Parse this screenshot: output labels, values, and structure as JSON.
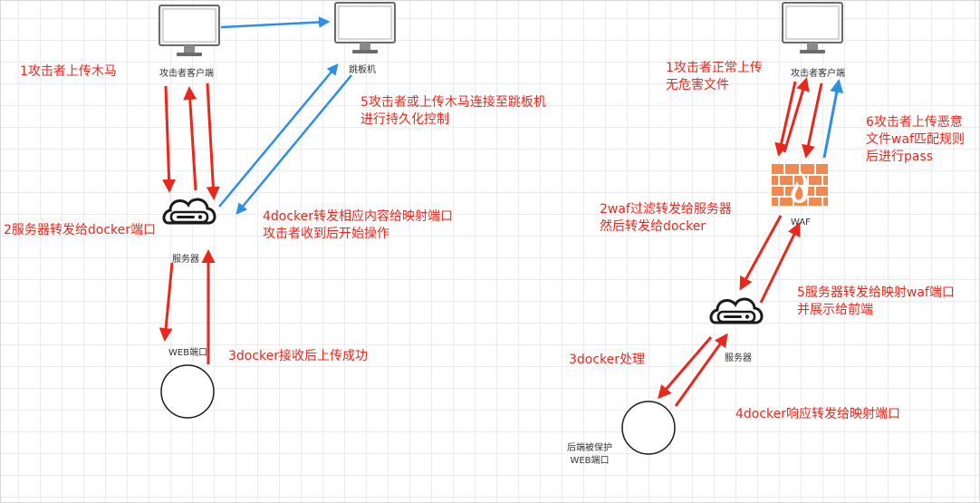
{
  "left": {
    "nodes": {
      "attacker_client": "攻击者客户端",
      "jump_host": "跳板机",
      "server": "服务器",
      "web_port": "WEB端口"
    },
    "steps": {
      "step1": "1攻击者上传木马",
      "step2": "2服务器转发给docker端口",
      "step3": "3docker接收后上传成功",
      "step4": "4docker转发相应内容给映射端口\n攻击者收到后开始操作",
      "step5": "5攻击者或上传木马连接至跳板机\n进行持久化控制"
    }
  },
  "right": {
    "nodes": {
      "attacker_client": "攻击者客户端",
      "waf": "WAF",
      "server": "服务器",
      "backend_web": "后端被保护\nWEB端口"
    },
    "steps": {
      "step1": "1攻击者正常上传\n无危害文件",
      "step2": "2waf过滤转发给服务器\n然后转发给docker",
      "step3": "3docker处理",
      "step4": "4docker响应转发给映射端口",
      "step5": "5服务器转发给映射waf端口\n并展示给前端",
      "step6": "6攻击者上传恶意\n文件waf匹配规则\n后进行pass"
    }
  },
  "colors": {
    "red": "#e8281c",
    "blue": "#2b8fe5",
    "waf_brick": "#f08850"
  },
  "icons": [
    "monitor-icon",
    "cloud-server-icon",
    "circle-node",
    "firewall-icon"
  ]
}
